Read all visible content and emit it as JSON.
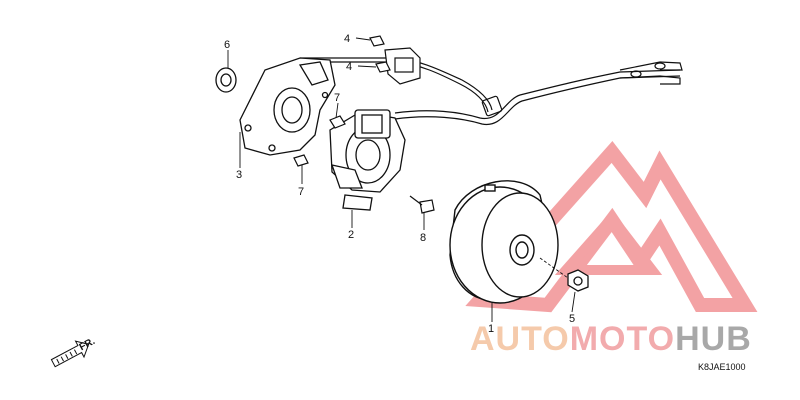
{
  "diagram": {
    "callouts": [
      {
        "id": "1",
        "label": "1"
      },
      {
        "id": "2",
        "label": "2"
      },
      {
        "id": "3",
        "label": "3"
      },
      {
        "id": "4a",
        "label": "4"
      },
      {
        "id": "4b",
        "label": "4"
      },
      {
        "id": "5",
        "label": "5"
      },
      {
        "id": "6",
        "label": "6"
      },
      {
        "id": "7a",
        "label": "7"
      },
      {
        "id": "7b",
        "label": "7"
      },
      {
        "id": "8",
        "label": "8"
      }
    ],
    "direction_label": "FR.",
    "diagram_code": "K8JAE1000"
  },
  "watermark": {
    "text_part1": "AUTO",
    "text_part2": "MOTO",
    "text_part3": "HUB",
    "colors": {
      "logo_red": "#e8474c",
      "text_orange": "#f2b98f",
      "text_pink": "#ee8f92",
      "text_dark": "#8c8c8c"
    }
  }
}
